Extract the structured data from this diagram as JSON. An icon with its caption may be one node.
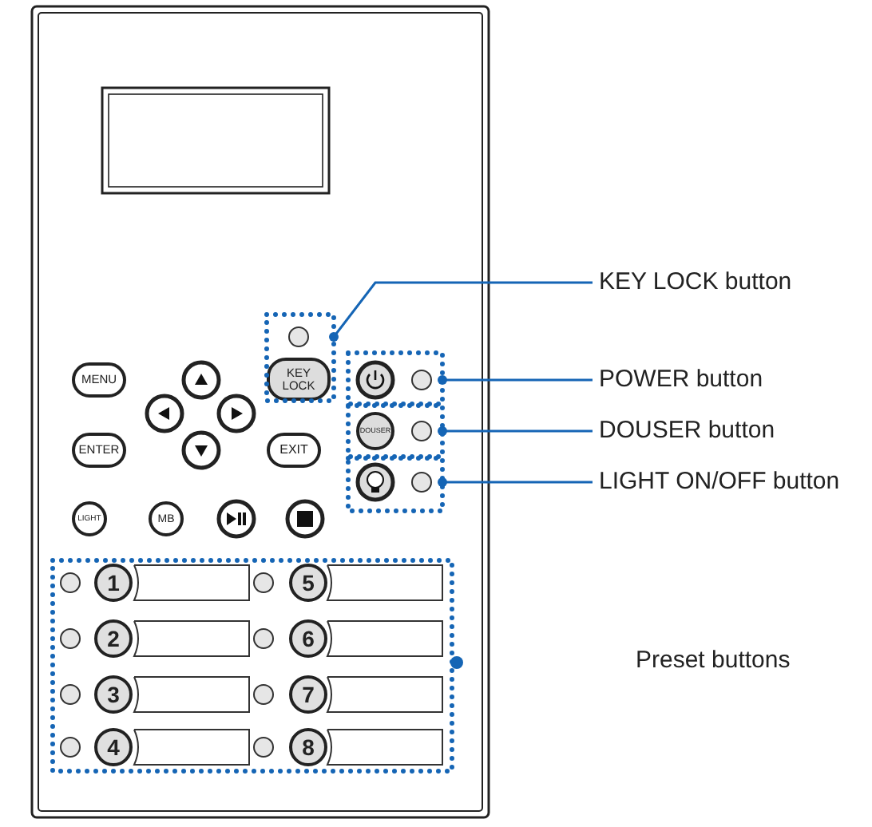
{
  "diagram": {
    "nodes": [
      {
        "text": [
          "KEY LOCK button"
        ]
      },
      {
        "text": [],
        "shape": "box"
      },
      {
        "text": [
          "POWER button"
        ]
      },
      {
        "text": [],
        "shape": "box"
      },
      {
        "text": [
          "DOUSER button"
        ]
      },
      {
        "text": [],
        "shape": "box"
      },
      {
        "text": [
          "LIGHT ON/OFF button"
        ]
      },
      {
        "text": [],
        "shape": "box"
      }
    ],
    "edges": [
      {
        "from": 0,
        "to": 1,
        "arrow": "other"
      },
      {
        "from": 2,
        "to": 3,
        "arrow": "other"
      },
      {
        "from": 4,
        "to": 5,
        "arrow": "other"
      },
      {
        "from": 6,
        "to": 7,
        "arrow": "other"
      }
    ],
    "labels": [
      "KEY LOCK",
      "MENU",
      "ENTER",
      "EXIT",
      "DOUSER",
      "LIGHT",
      "MB",
      "1",
      "5",
      "2",
      "6",
      "3",
      "7",
      "4",
      "8",
      "Preset buttons"
    ]
  }
}
